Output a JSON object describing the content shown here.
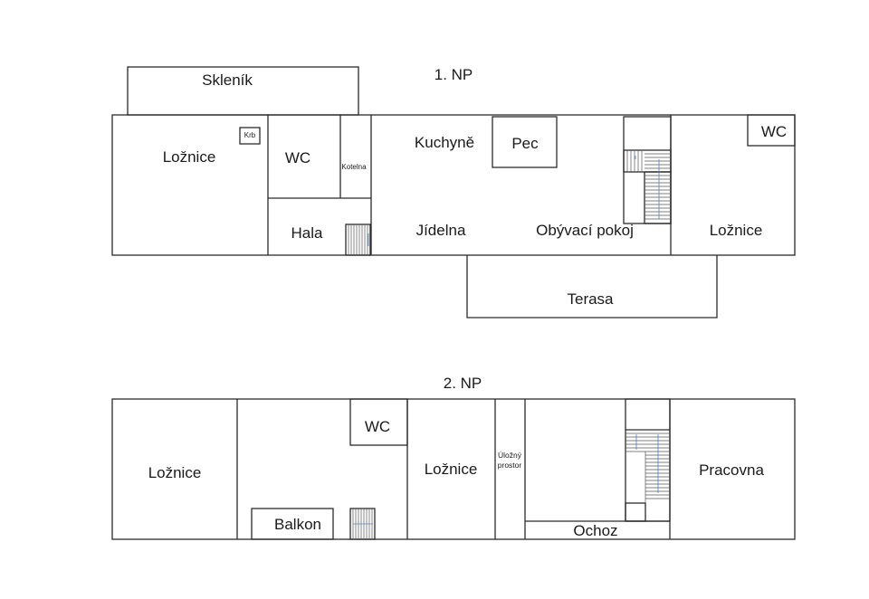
{
  "floor1": {
    "title": "1. NP",
    "rooms": {
      "sklenik": "Skleník",
      "loznice_left": "Ložnice",
      "krb": "Krb",
      "wc": "WC",
      "kotelna": "Kotelna",
      "hala": "Hala",
      "kuchyne": "Kuchyně",
      "pec": "Pec",
      "jidelna": "Jídelna",
      "obyvaci_pokoj": "Obývací pokoj",
      "wc_right": "WC",
      "loznice_right": "Ložnice",
      "terasa": "Terasa"
    }
  },
  "floor2": {
    "title": "2. NP",
    "rooms": {
      "loznice_left": "Ložnice",
      "wc": "WC",
      "balkon": "Balkon",
      "loznice_mid": "Ložnice",
      "ulozny_line1": "Úložný",
      "ulozny_line2": "prostor",
      "ochoz": "Ochoz",
      "pracovna": "Pracovna"
    }
  },
  "colors": {
    "wall": "#2b2b2b",
    "stair_arrow": "#4a86c8"
  }
}
